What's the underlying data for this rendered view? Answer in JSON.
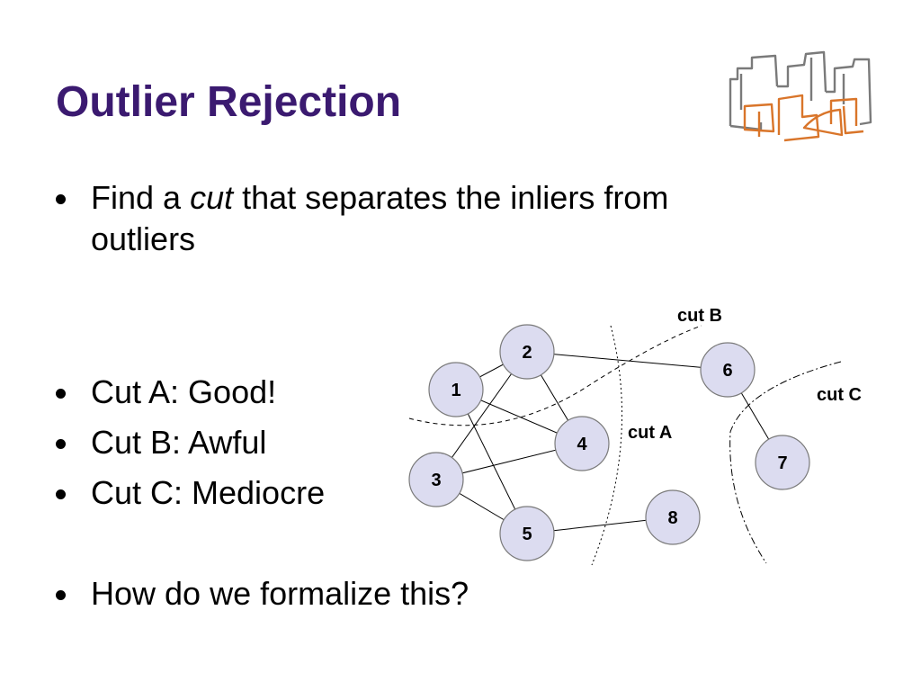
{
  "slide": {
    "title": "Outlier Rejection",
    "colors": {
      "title": "#3b1a70",
      "node_fill": "#dcdcf0",
      "node_stroke": "#7a7a7a",
      "logo_gray": "#7a7a7a",
      "logo_orange": "#d9752a"
    }
  },
  "bullets": {
    "b1": {
      "pre": "Find a ",
      "em": "cut",
      "post": " that separates the inliers from",
      "line2": "outliers"
    },
    "b2": "Cut A: Good!",
    "b3": "Cut B: Awful",
    "b4": "Cut C: Mediocre",
    "b5": "How do we formalize this?"
  },
  "graph": {
    "nodes": [
      "1",
      "2",
      "3",
      "4",
      "5",
      "6",
      "7",
      "8"
    ],
    "edges": [
      [
        "1",
        "2"
      ],
      [
        "1",
        "4"
      ],
      [
        "1",
        "5"
      ],
      [
        "2",
        "3"
      ],
      [
        "2",
        "4"
      ],
      [
        "2",
        "6"
      ],
      [
        "3",
        "4"
      ],
      [
        "3",
        "5"
      ],
      [
        "5",
        "8"
      ],
      [
        "6",
        "7"
      ]
    ],
    "cuts": {
      "a": "cut A",
      "b": "cut B",
      "c": "cut C"
    }
  }
}
